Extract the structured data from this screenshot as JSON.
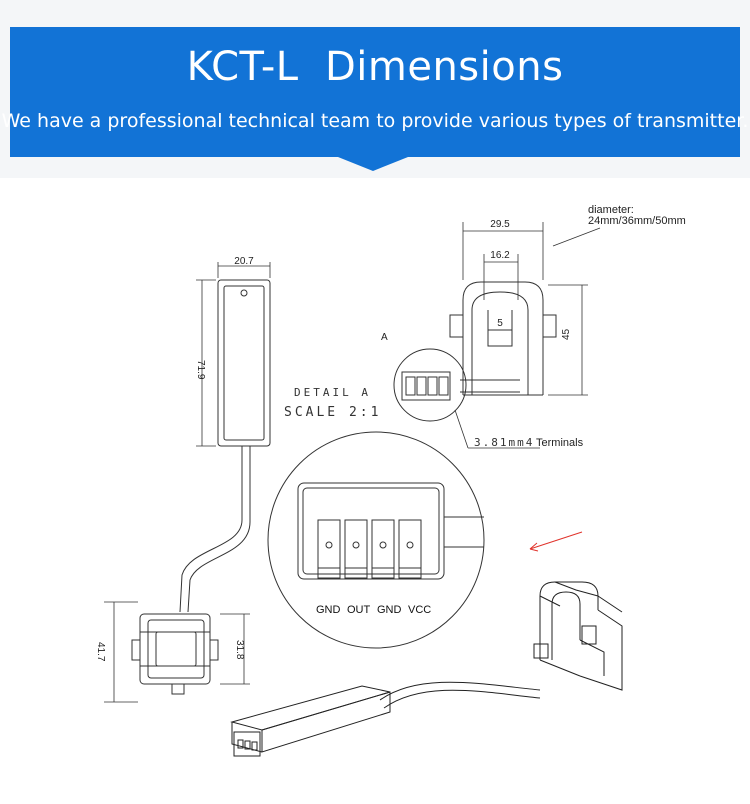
{
  "banner": {
    "title": "KCT-L  Dimensions",
    "subtitle": "We have a professional technical team to provide various types of transmitter."
  },
  "dimensions": {
    "module_width": "20.7",
    "module_length": "71.9",
    "ct_width": "29.5",
    "ct_window": "16.2",
    "ct_gap": "5",
    "ct_height": "45",
    "clip_height": "41.7",
    "clip_inner": "31.8"
  },
  "notes": {
    "diameter_label": "diameter:",
    "diameter_values": "24mm/36mm/50mm",
    "detail_label": "DETAIL A",
    "scale_label": "SCALE 2:1",
    "section_marker": "A",
    "terminal_pitch": "3.81mm4",
    "terminal_label": "Terminals"
  },
  "pins": [
    "GND",
    "OUT",
    "GND",
    "VCC"
  ],
  "colors": {
    "banner_blue": "#1273d6",
    "arrow_red": "#e0332b",
    "line": "#333333"
  }
}
